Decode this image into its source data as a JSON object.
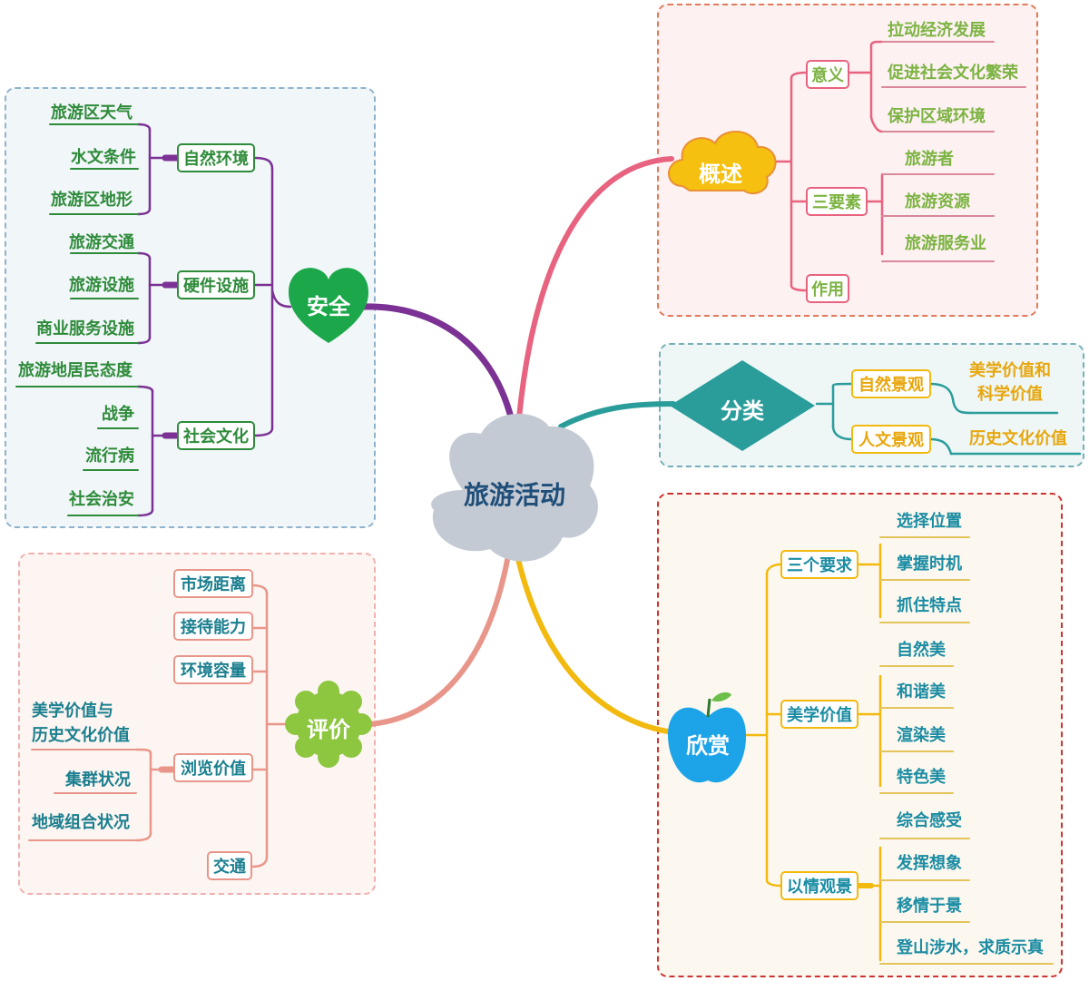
{
  "center": "旅游活动",
  "colors": {
    "safety": "#7b3294",
    "overview": "#e8637f",
    "classification": "#2a9d9b",
    "appreciation": "#f2b90f",
    "evaluation": "#e9968a"
  },
  "safety": {
    "title": "安全",
    "natural": {
      "label": "自然环境",
      "items": [
        "旅游区天气",
        "水文条件",
        "旅游区地形"
      ]
    },
    "hardware": {
      "label": "硬件设施",
      "items": [
        "旅游交通",
        "旅游设施",
        "商业服务设施"
      ]
    },
    "social": {
      "label": "社会文化",
      "items": [
        "旅游地居民态度",
        "战争",
        "流行病",
        "社会治安"
      ]
    }
  },
  "overview": {
    "title": "概述",
    "meaning": {
      "label": "意义",
      "items": [
        "拉动经济发展",
        "促进社会文化繁荣",
        "保护区域环境"
      ]
    },
    "elements": {
      "label": "三要素",
      "items": [
        "旅游者",
        "旅游资源",
        "旅游服务业"
      ]
    },
    "role": {
      "label": "作用"
    }
  },
  "classification": {
    "title": "分类",
    "natural": {
      "label": "自然景观",
      "value_line1": "美学价值和",
      "value_line2": "科学价值"
    },
    "cultural": {
      "label": "人文景观",
      "value": "历史文化价值"
    }
  },
  "appreciation": {
    "title": "欣赏",
    "requirements": {
      "label": "三个要求",
      "items": [
        "选择位置",
        "掌握时机",
        "抓住特点"
      ]
    },
    "aesthetic": {
      "label": "美学价值",
      "items": [
        "自然美",
        "和谐美",
        "渲染美",
        "特色美"
      ]
    },
    "emotion": {
      "label": "以情观景",
      "items": [
        "综合感受",
        "发挥想象",
        "移情于景",
        "登山涉水，求质示真"
      ]
    }
  },
  "evaluation": {
    "title": "评价",
    "market": "市场距离",
    "capacity": "接待能力",
    "environment": "环境容量",
    "visit": {
      "label": "浏览价值",
      "value_line1": "美学价值与",
      "value_line2": "历史文化价值",
      "cluster": "集群状况",
      "combination": "地域组合状况"
    },
    "transport": "交通"
  }
}
